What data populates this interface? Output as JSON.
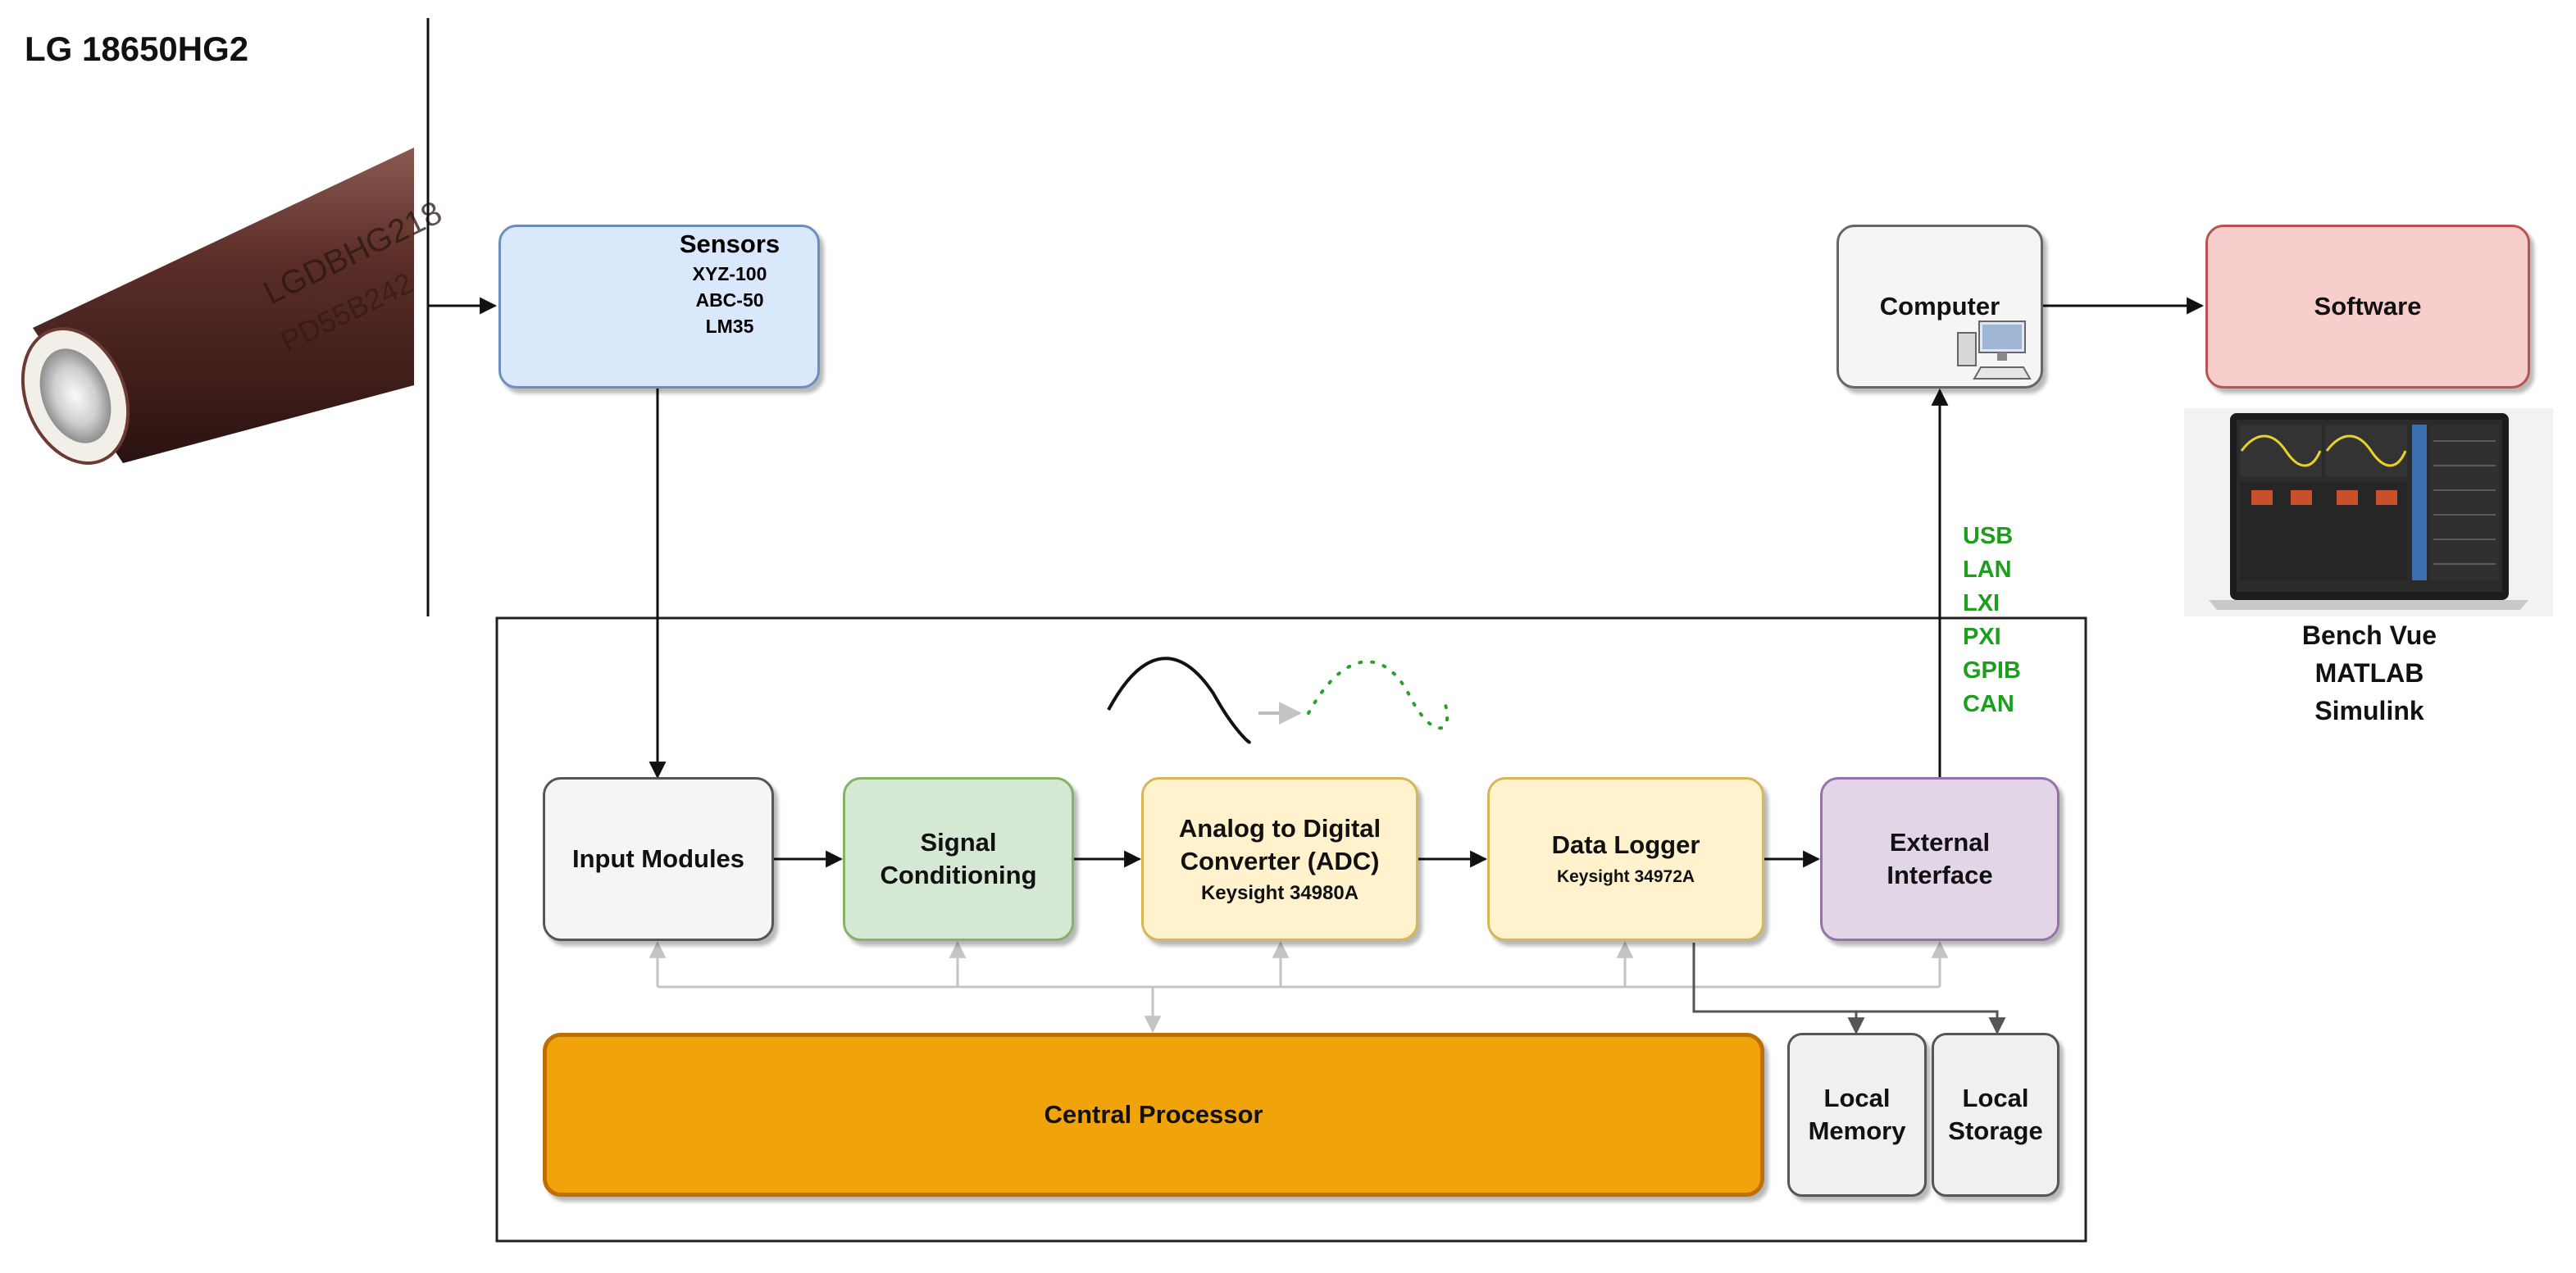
{
  "battery": {
    "title": "LG 18650HG2",
    "print_line1": "LGDBHG218",
    "print_line2": "PD55B242"
  },
  "sensors": {
    "title": "Sensors",
    "models": [
      "XYZ-100",
      "ABC-50",
      "LM35"
    ]
  },
  "computer": {
    "label": "Computer"
  },
  "software": {
    "label": "Software",
    "apps": [
      "Bench Vue",
      "MATLAB",
      "Simulink"
    ]
  },
  "interfaces": [
    "USB",
    "LAN",
    "LXI",
    "PXI",
    "GPIB",
    "CAN"
  ],
  "blocks": {
    "input_modules": {
      "label": "Input Modules"
    },
    "signal_conditioning": {
      "line1": "Signal",
      "line2": "Conditioning"
    },
    "adc": {
      "line1": "Analog to Digital",
      "line2": "Converter (ADC)",
      "model": "Keysight 34980A"
    },
    "data_logger": {
      "label": "Data Logger",
      "model": "Keysight 34972A"
    },
    "external_interface": {
      "line1": "External",
      "line2": "Interface"
    },
    "central_processor": {
      "label": "Central Processor"
    },
    "local_memory": {
      "line1": "Local",
      "line2": "Memory"
    },
    "local_storage": {
      "line1": "Local",
      "line2": "Storage"
    }
  },
  "colors": {
    "sensors_fill": "#dae8fc",
    "sensors_border": "#6c8ebf",
    "computer_fill": "#f5f5f5",
    "software_fill": "#f8cecc",
    "software_border": "#b85450",
    "input_fill": "#f5f5f5",
    "conditioning_fill": "#d5e8d4",
    "conditioning_border": "#82b366",
    "adc_fill": "#fff2cc",
    "adc_border": "#d6b656",
    "interface_fill": "#e1d5e7",
    "interface_border": "#9673a6",
    "processor_fill": "#f0a30a",
    "processor_border": "#bd7000",
    "interface_text": "#1e9e1e"
  }
}
